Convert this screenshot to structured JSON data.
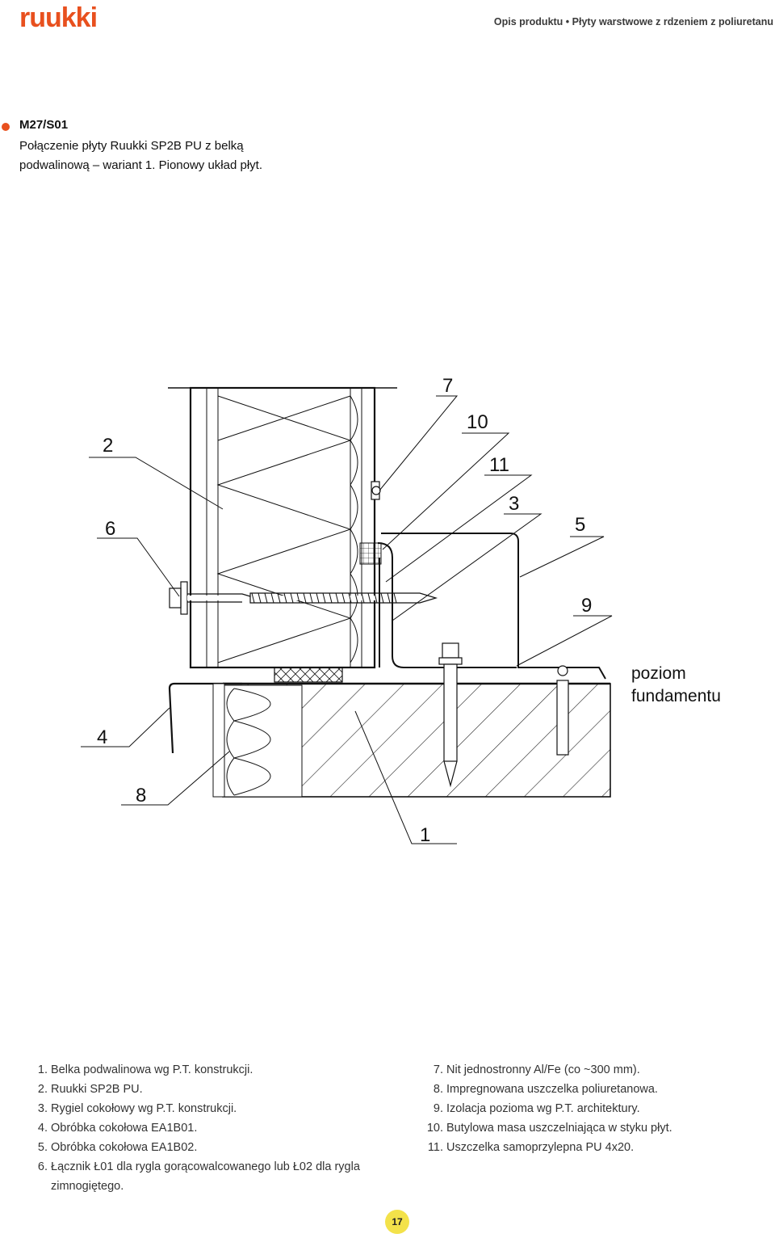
{
  "header": {
    "logo_text": "ruukki",
    "title": "Opis produktu • Płyty warstwowe z rdzeniem z poliuretanu"
  },
  "detail": {
    "code": "M27/S01",
    "caption_lines": [
      "Połączenie płyty Ruukki SP2B PU z belką",
      "podwalinową – wariant 1. Pionowy układ płyt."
    ]
  },
  "drawing": {
    "callouts": [
      "1",
      "2",
      "3",
      "4",
      "5",
      "6",
      "7",
      "8",
      "9",
      "10",
      "11"
    ],
    "level_label_lines": [
      "poziom",
      "fundamentu"
    ]
  },
  "legend_left": [
    {
      "num": "1.",
      "text": "Belka podwalinowa wg P.T. konstrukcji."
    },
    {
      "num": "2.",
      "text": "Ruukki SP2B PU."
    },
    {
      "num": "3.",
      "text": "Rygiel cokołowy wg P.T. konstrukcji."
    },
    {
      "num": "4.",
      "text": "Obróbka cokołowa EA1B01."
    },
    {
      "num": "5.",
      "text": "Obróbka cokołowa EA1B02."
    },
    {
      "num": "6.",
      "text": "Łącznik Ł01 dla rygla gorącowalcowanego lub Ł02 dla rygla zimnogiętego."
    }
  ],
  "legend_right": [
    {
      "num": "7.",
      "text": "Nit jednostronny Al/Fe (co ~300 mm)."
    },
    {
      "num": "8.",
      "text": "Impregnowana uszczelka poliuretanowa."
    },
    {
      "num": "9.",
      "text": "Izolacja pozioma wg P.T. architektury."
    },
    {
      "num": "10.",
      "text": "Butylowa masa uszczelniająca w styku płyt."
    },
    {
      "num": "11.",
      "text": "Uszczelka samoprzylepna PU 4x20."
    }
  ],
  "footer": {
    "page_number": "17"
  },
  "colors": {
    "brand": "#e8501e",
    "page_badge": "#f3e24a"
  }
}
